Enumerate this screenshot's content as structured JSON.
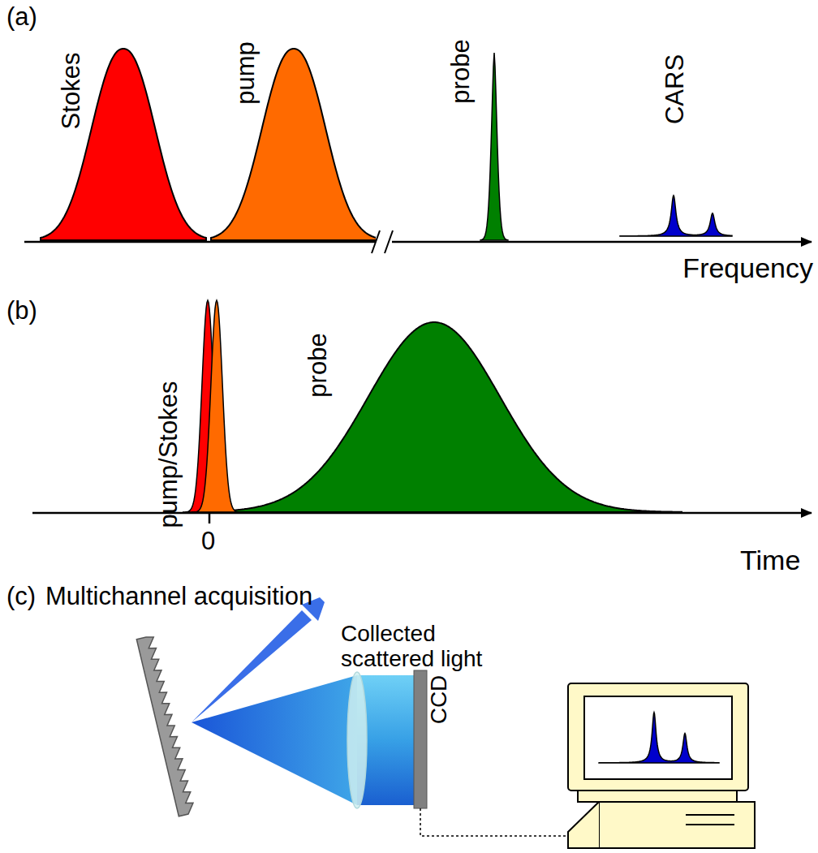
{
  "diagram": {
    "labels": [
      "(a)",
      "Stokes",
      "pump",
      "probe",
      "CARS",
      "Frequency",
      "(b)",
      "pump/Stokes",
      "probe",
      "0",
      "Time",
      "(c)",
      "Multichannel acquisition",
      "Collected scattered light",
      "CCD"
    ]
  }
}
